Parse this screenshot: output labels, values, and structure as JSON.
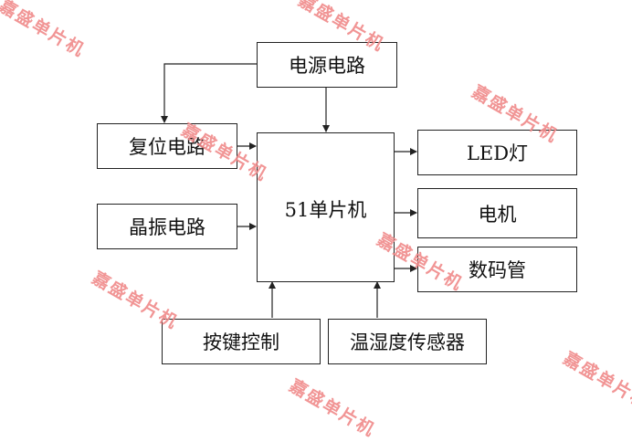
{
  "watermark_text": "嘉盛单片机",
  "colors": {
    "watermark": "#f08a8a",
    "line": "#222222",
    "text": "#111111",
    "background": "#ffffff"
  },
  "blocks": {
    "power": "电源电路",
    "reset": "复位电路",
    "crystal": "晶振电路",
    "mcu": "51单片机",
    "led": "LED灯",
    "motor": "电机",
    "digital_tube": "数码管",
    "keys": "按键控制",
    "sensor": "温湿度传感器"
  }
}
